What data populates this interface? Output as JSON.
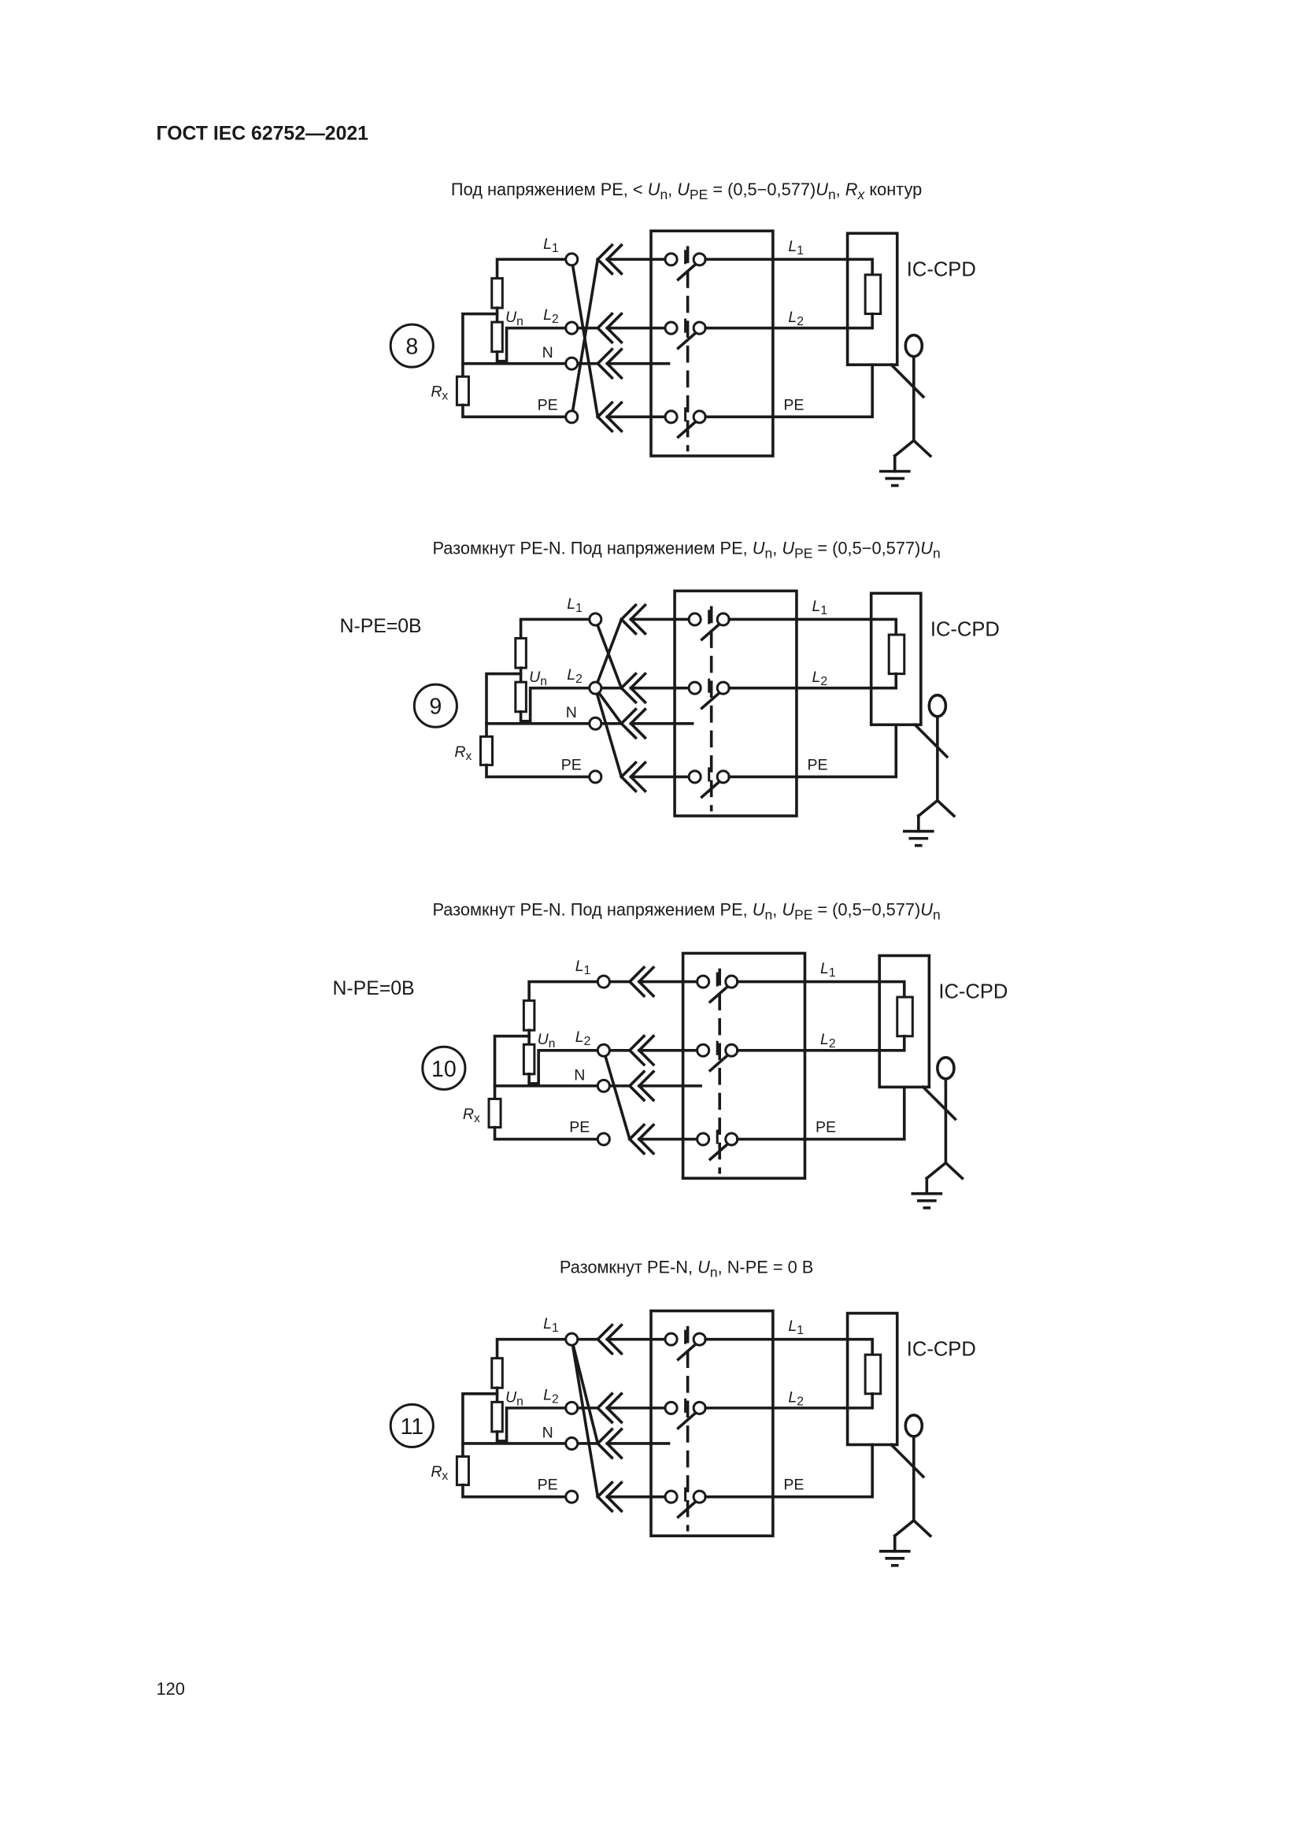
{
  "header": {
    "title": "ГОСТ IEC 62752—2021"
  },
  "page_number": "120",
  "labels": {
    "L": "L",
    "N": "N",
    "PE": "PE",
    "U": "U",
    "n": "n",
    "R": "R",
    "x": "x",
    "one": "1",
    "two": "2",
    "device": "IC-CPD"
  },
  "diagrams": [
    {
      "number": "8",
      "title": [
        {
          "t": "Под напряжением PE, < "
        },
        {
          "t": "U",
          "i": true
        },
        {
          "t": "n",
          "sub": true
        },
        {
          "t": ", "
        },
        {
          "t": "U",
          "i": true
        },
        {
          "t": "PE",
          "sub": true
        },
        {
          "t": " = (0,5−0,577)"
        },
        {
          "t": "U",
          "i": true
        },
        {
          "t": "n",
          "sub": true
        },
        {
          "t": ", "
        },
        {
          "t": "R",
          "i": true
        },
        {
          "t": "x",
          "sub": true,
          "i": true
        },
        {
          "t": " контур"
        }
      ],
      "note": "",
      "straight": [
        "L2",
        "N"
      ],
      "cross": [
        [
          "L1",
          "PE"
        ],
        [
          "PE",
          "L1"
        ]
      ]
    },
    {
      "number": "9",
      "title": [
        {
          "t": "Разомкнут PE-N. Под напряжением PE, "
        },
        {
          "t": "U",
          "i": true
        },
        {
          "t": "n",
          "sub": true
        },
        {
          "t": ", "
        },
        {
          "t": "U",
          "i": true
        },
        {
          "t": "PE",
          "sub": true
        },
        {
          "t": " = (0,5−0,577)"
        },
        {
          "t": "U",
          "i": true
        },
        {
          "t": "n",
          "sub": true
        }
      ],
      "note": "N-PE=0B",
      "straight": [
        "L2",
        "N"
      ],
      "cross": [
        [
          "L1",
          "L2"
        ],
        [
          "L2",
          "L1"
        ],
        [
          "L2",
          "N"
        ],
        [
          "L2",
          "PE"
        ]
      ]
    },
    {
      "number": "10",
      "title": [
        {
          "t": "Разомкнут PE-N. Под напряжением PE, "
        },
        {
          "t": "U",
          "i": true
        },
        {
          "t": "n",
          "sub": true
        },
        {
          "t": ", "
        },
        {
          "t": "U",
          "i": true
        },
        {
          "t": "PE",
          "sub": true
        },
        {
          "t": " = (0,5−0,577)"
        },
        {
          "t": "U",
          "i": true
        },
        {
          "t": "n",
          "sub": true
        }
      ],
      "note": "N-PE=0B",
      "straight": [
        "L1",
        "L2",
        "N"
      ],
      "cross": [
        [
          "L2",
          "PE"
        ]
      ]
    },
    {
      "number": "11",
      "title": [
        {
          "t": "Разомкнут PE-N, "
        },
        {
          "t": "U",
          "i": true
        },
        {
          "t": "n",
          "sub": true
        },
        {
          "t": ", N-PE = 0 В"
        }
      ],
      "note": "",
      "straight": [
        "L1",
        "L2",
        "N"
      ],
      "cross": [
        [
          "L1",
          "N"
        ],
        [
          "L1",
          "PE"
        ]
      ]
    }
  ]
}
